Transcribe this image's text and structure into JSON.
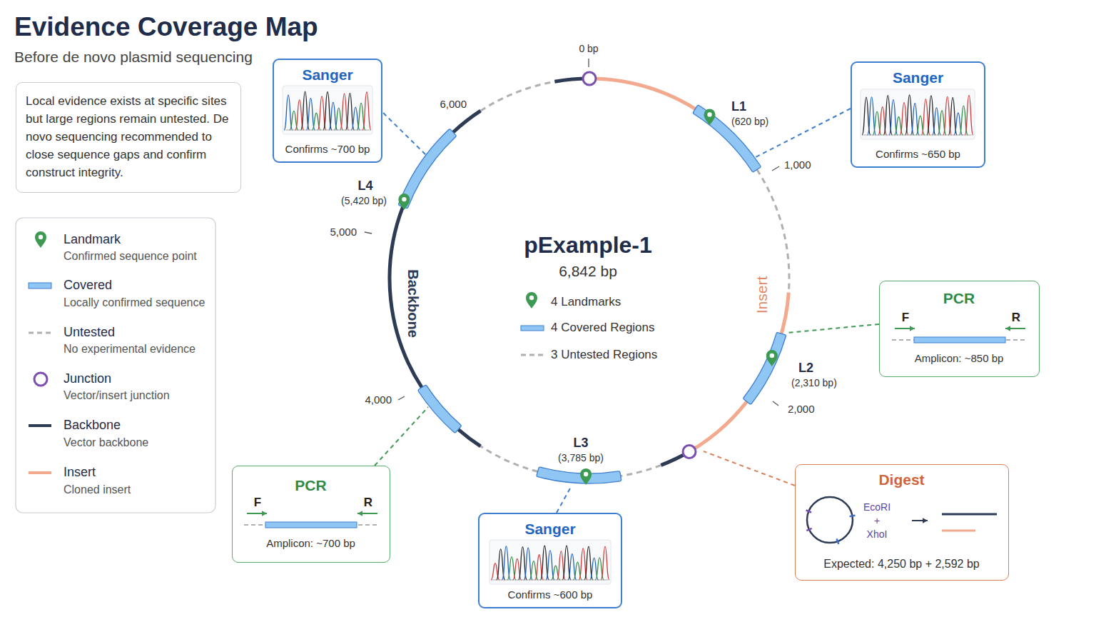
{
  "diagram": {
    "title": "Evidence Coverage Map",
    "caption": "Before de novo plasmid sequencing",
    "nodes": [
      {
        "text": [
          "Local evidence exists at specific sites but large regions remain untested. De novo sequencing recommended to close sequence gaps and confirm construct integrity."
        ]
      },
      {
        "text": [
          "Sanger",
          "Confirms ~700 bp"
        ]
      },
      {
        "text": [
          "Sanger",
          "Confirms ~650 bp"
        ]
      },
      {
        "text": [
          "PCR",
          "F",
          "R",
          "Amplicon: ~850 bp"
        ]
      },
      {
        "text": [
          "Digest",
          "EcoRI + XhoI",
          "Expected: 4,250 bp + 2,592 bp"
        ]
      },
      {
        "text": [
          "Sanger",
          "Confirms ~600 bp"
        ]
      },
      {
        "text": [
          "PCR",
          "F",
          "R",
          "Amplicon: ~700 bp"
        ]
      }
    ],
    "labels": [
      "pExample-1",
      "6,842 bp",
      "4 Landmarks",
      "4 Covered Regions",
      "3 Untested Regions",
      "0 bp",
      "L1",
      "(620 bp)",
      "1,000",
      "L2",
      "(2,310 bp)",
      "2,000",
      "L3",
      "(3,785 bp)",
      "4,000",
      "Backbone",
      "5,000",
      "L4",
      "(5,420 bp)",
      "6,000",
      "Insert",
      "Confirmed sequence point",
      "Locally confirmed sequence",
      "No experimental evidence",
      "Vector/insert junction",
      "Vector backbone",
      "Cloned insert"
    ],
    "legend": [
      {
        "text": "Landmark"
      },
      {
        "text": "Covered",
        "color": "#8fc6f4"
      },
      {
        "text": "Untested"
      },
      {
        "text": "Junction"
      },
      {
        "text": "Backbone",
        "color": "#2d3b55"
      },
      {
        "text": "Insert",
        "color": "#f2a98d"
      }
    ]
  }
}
